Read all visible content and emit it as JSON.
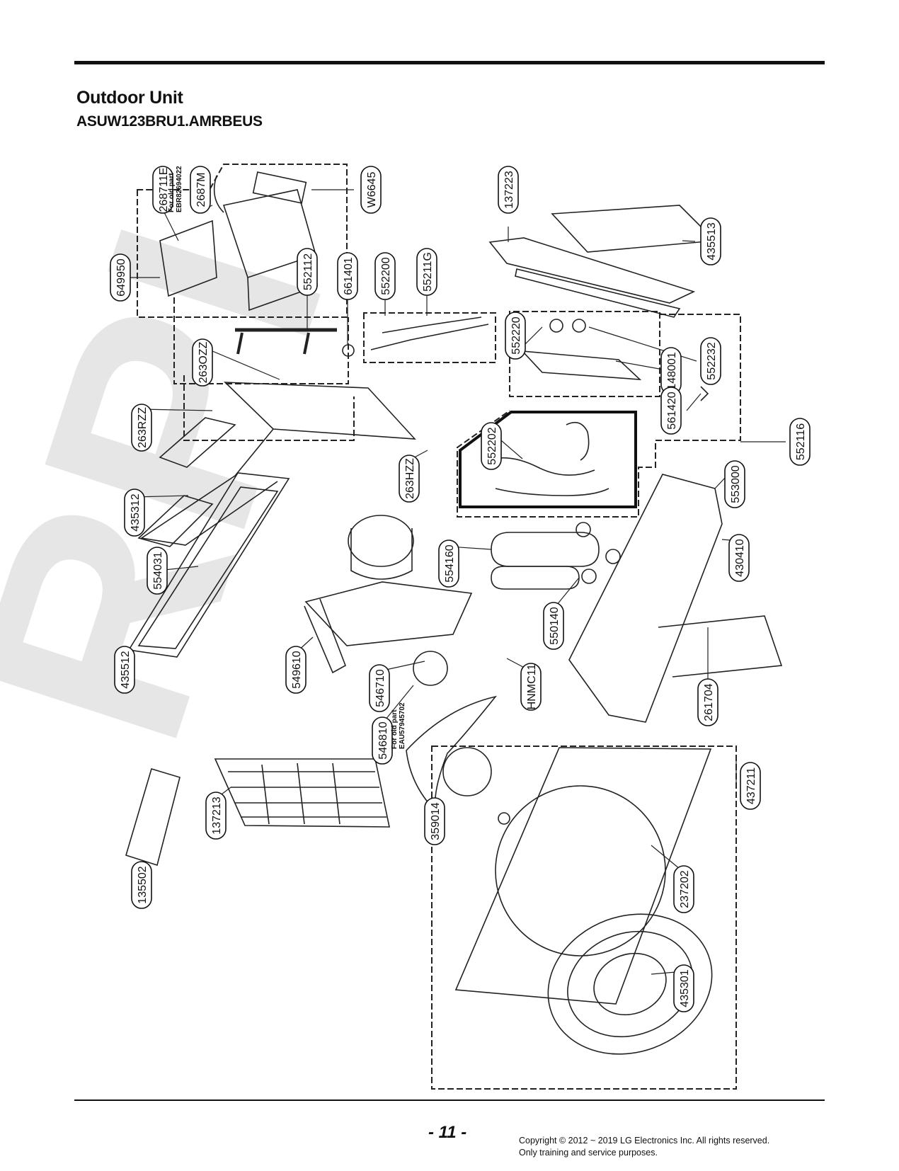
{
  "header": {
    "title": "Outdoor Unit",
    "model": "ASUW123BRU1.AMRBEUS"
  },
  "watermark": "RPI",
  "parts": [
    {
      "id": "p1",
      "label": "649950"
    },
    {
      "id": "p2",
      "label": "268711E"
    },
    {
      "id": "p3",
      "label": "2687M"
    },
    {
      "id": "p4",
      "label": "W6645"
    },
    {
      "id": "p5",
      "label": "552112"
    },
    {
      "id": "p6",
      "label": "661401"
    },
    {
      "id": "p7",
      "label": "552200"
    },
    {
      "id": "p8",
      "label": "55211G"
    },
    {
      "id": "p9",
      "label": "137223"
    },
    {
      "id": "p10",
      "label": "435513"
    },
    {
      "id": "p11",
      "label": "263OZZ"
    },
    {
      "id": "p12",
      "label": "552220"
    },
    {
      "id": "p13",
      "label": "552232"
    },
    {
      "id": "p14",
      "label": "148001"
    },
    {
      "id": "p15",
      "label": "263RZZ"
    },
    {
      "id": "p16",
      "label": "552202"
    },
    {
      "id": "p17",
      "label": "561420"
    },
    {
      "id": "p18",
      "label": "552116"
    },
    {
      "id": "p19",
      "label": "435312"
    },
    {
      "id": "p20",
      "label": "263HZZ"
    },
    {
      "id": "p21",
      "label": "553000"
    },
    {
      "id": "p22",
      "label": "430410"
    },
    {
      "id": "p23",
      "label": "554031"
    },
    {
      "id": "p24",
      "label": "554160"
    },
    {
      "id": "p25",
      "label": "550140"
    },
    {
      "id": "p26",
      "label": "435512"
    },
    {
      "id": "p27",
      "label": "549610"
    },
    {
      "id": "p28",
      "label": "546710"
    },
    {
      "id": "p29",
      "label": "HNMC11"
    },
    {
      "id": "p30",
      "label": "261704"
    },
    {
      "id": "p31",
      "label": "546810"
    },
    {
      "id": "p32",
      "label": "437211"
    },
    {
      "id": "p33",
      "label": "137213"
    },
    {
      "id": "p34",
      "label": "359014"
    },
    {
      "id": "p35",
      "label": "237202"
    },
    {
      "id": "p36",
      "label": "135502"
    },
    {
      "id": "p37",
      "label": "435301"
    }
  ],
  "notes": [
    {
      "id": "n1",
      "line1": "For old part",
      "line2": "EBR82694022"
    },
    {
      "id": "n2",
      "line1": "For old part",
      "line2": "EAU57945702"
    }
  ],
  "footer": {
    "page_number": "- 11 -",
    "copyright_line1": "Copyright © 2012 ~ 2019 LG Electronics Inc. All rights reserved.",
    "copyright_line2": "Only training and service purposes."
  }
}
